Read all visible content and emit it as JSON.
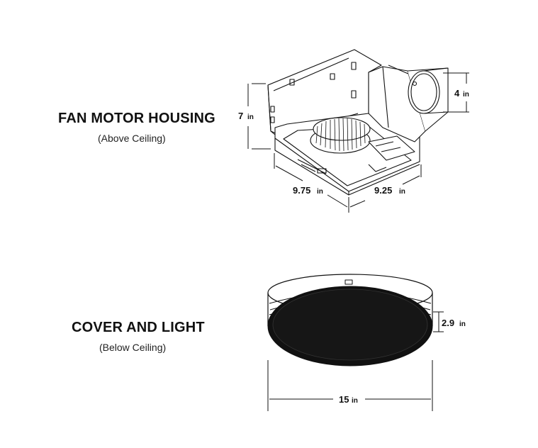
{
  "housing": {
    "title": "FAN MOTOR HOUSING",
    "subtitle": "(Above Ceiling)",
    "dims": {
      "height_value": "7",
      "height_unit": "in",
      "duct_value": "4",
      "duct_unit": "in",
      "depth_value": "9.75",
      "depth_unit": "in",
      "width_value": "9.25",
      "width_unit": "in"
    }
  },
  "cover": {
    "title": "COVER AND LIGHT",
    "subtitle": "(Below Ceiling)",
    "dims": {
      "height_value": "2.9",
      "height_unit": "in",
      "diameter_value": "15",
      "diameter_unit": "in"
    }
  }
}
